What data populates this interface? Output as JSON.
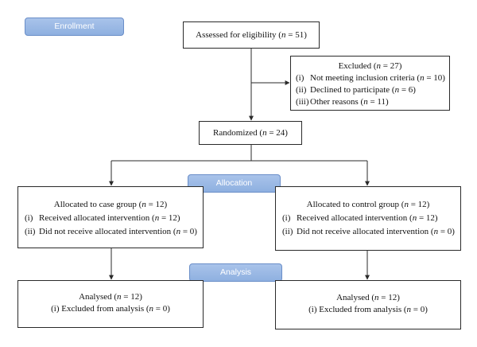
{
  "stages": {
    "enrollment": "Enrollment",
    "allocation": "Allocation",
    "analysis": "Analysis"
  },
  "assessed": {
    "prefix": "Assessed for eligibility (",
    "n": "n",
    "suffix": " = 51)"
  },
  "excluded": {
    "title": {
      "prefix": "Excluded (",
      "n": "n",
      "suffix": " = 27)"
    },
    "items": [
      {
        "num": "(i)",
        "text": "Not meeting inclusion criteria (",
        "n": "n",
        "suffix": " = 10)"
      },
      {
        "num": "(ii)",
        "text": "Declined to participate (",
        "n": "n",
        "suffix": " = 6)"
      },
      {
        "num": "(iii)",
        "text": "Other reasons (",
        "n": "n",
        "suffix": " = 11)"
      }
    ]
  },
  "randomized": {
    "prefix": "Randomized (",
    "n": "n",
    "suffix": " = 24)"
  },
  "case_group": {
    "title": {
      "prefix": "Allocated to case group (",
      "n": "n",
      "suffix": " = 12)"
    },
    "items": [
      {
        "num": "(i)",
        "text": "Received allocated intervention (",
        "n": "n",
        "suffix": " = 12)"
      },
      {
        "num": "(ii)",
        "text": "Did not receive allocated intervention (",
        "n": "n",
        "suffix": " = 0)"
      }
    ]
  },
  "control_group": {
    "title": {
      "prefix": "Allocated to control group (",
      "n": "n",
      "suffix": " = 12)"
    },
    "items": [
      {
        "num": "(i)",
        "text": "Received allocated intervention (",
        "n": "n",
        "suffix": " = 12)"
      },
      {
        "num": "(ii)",
        "text": "Did not receive allocated intervention (",
        "n": "n",
        "suffix": " = 0)"
      }
    ]
  },
  "case_analysis": {
    "title": {
      "prefix": "Analysed (",
      "n": "n",
      "suffix": " = 12)"
    },
    "items": [
      {
        "num": "(i)",
        "text": "Excluded from analysis (",
        "n": "n",
        "suffix": " = 0)"
      }
    ]
  },
  "control_analysis": {
    "title": {
      "prefix": "Analysed (",
      "n": "n",
      "suffix": " = 12)"
    },
    "items": [
      {
        "num": "(i)",
        "text": "Excluded from analysis (",
        "n": "n",
        "suffix": " = 0)"
      }
    ]
  },
  "colors": {
    "stage_fill": "#9bb9e6",
    "stage_border": "#6a8ec8",
    "line": "#2a2a2a"
  }
}
